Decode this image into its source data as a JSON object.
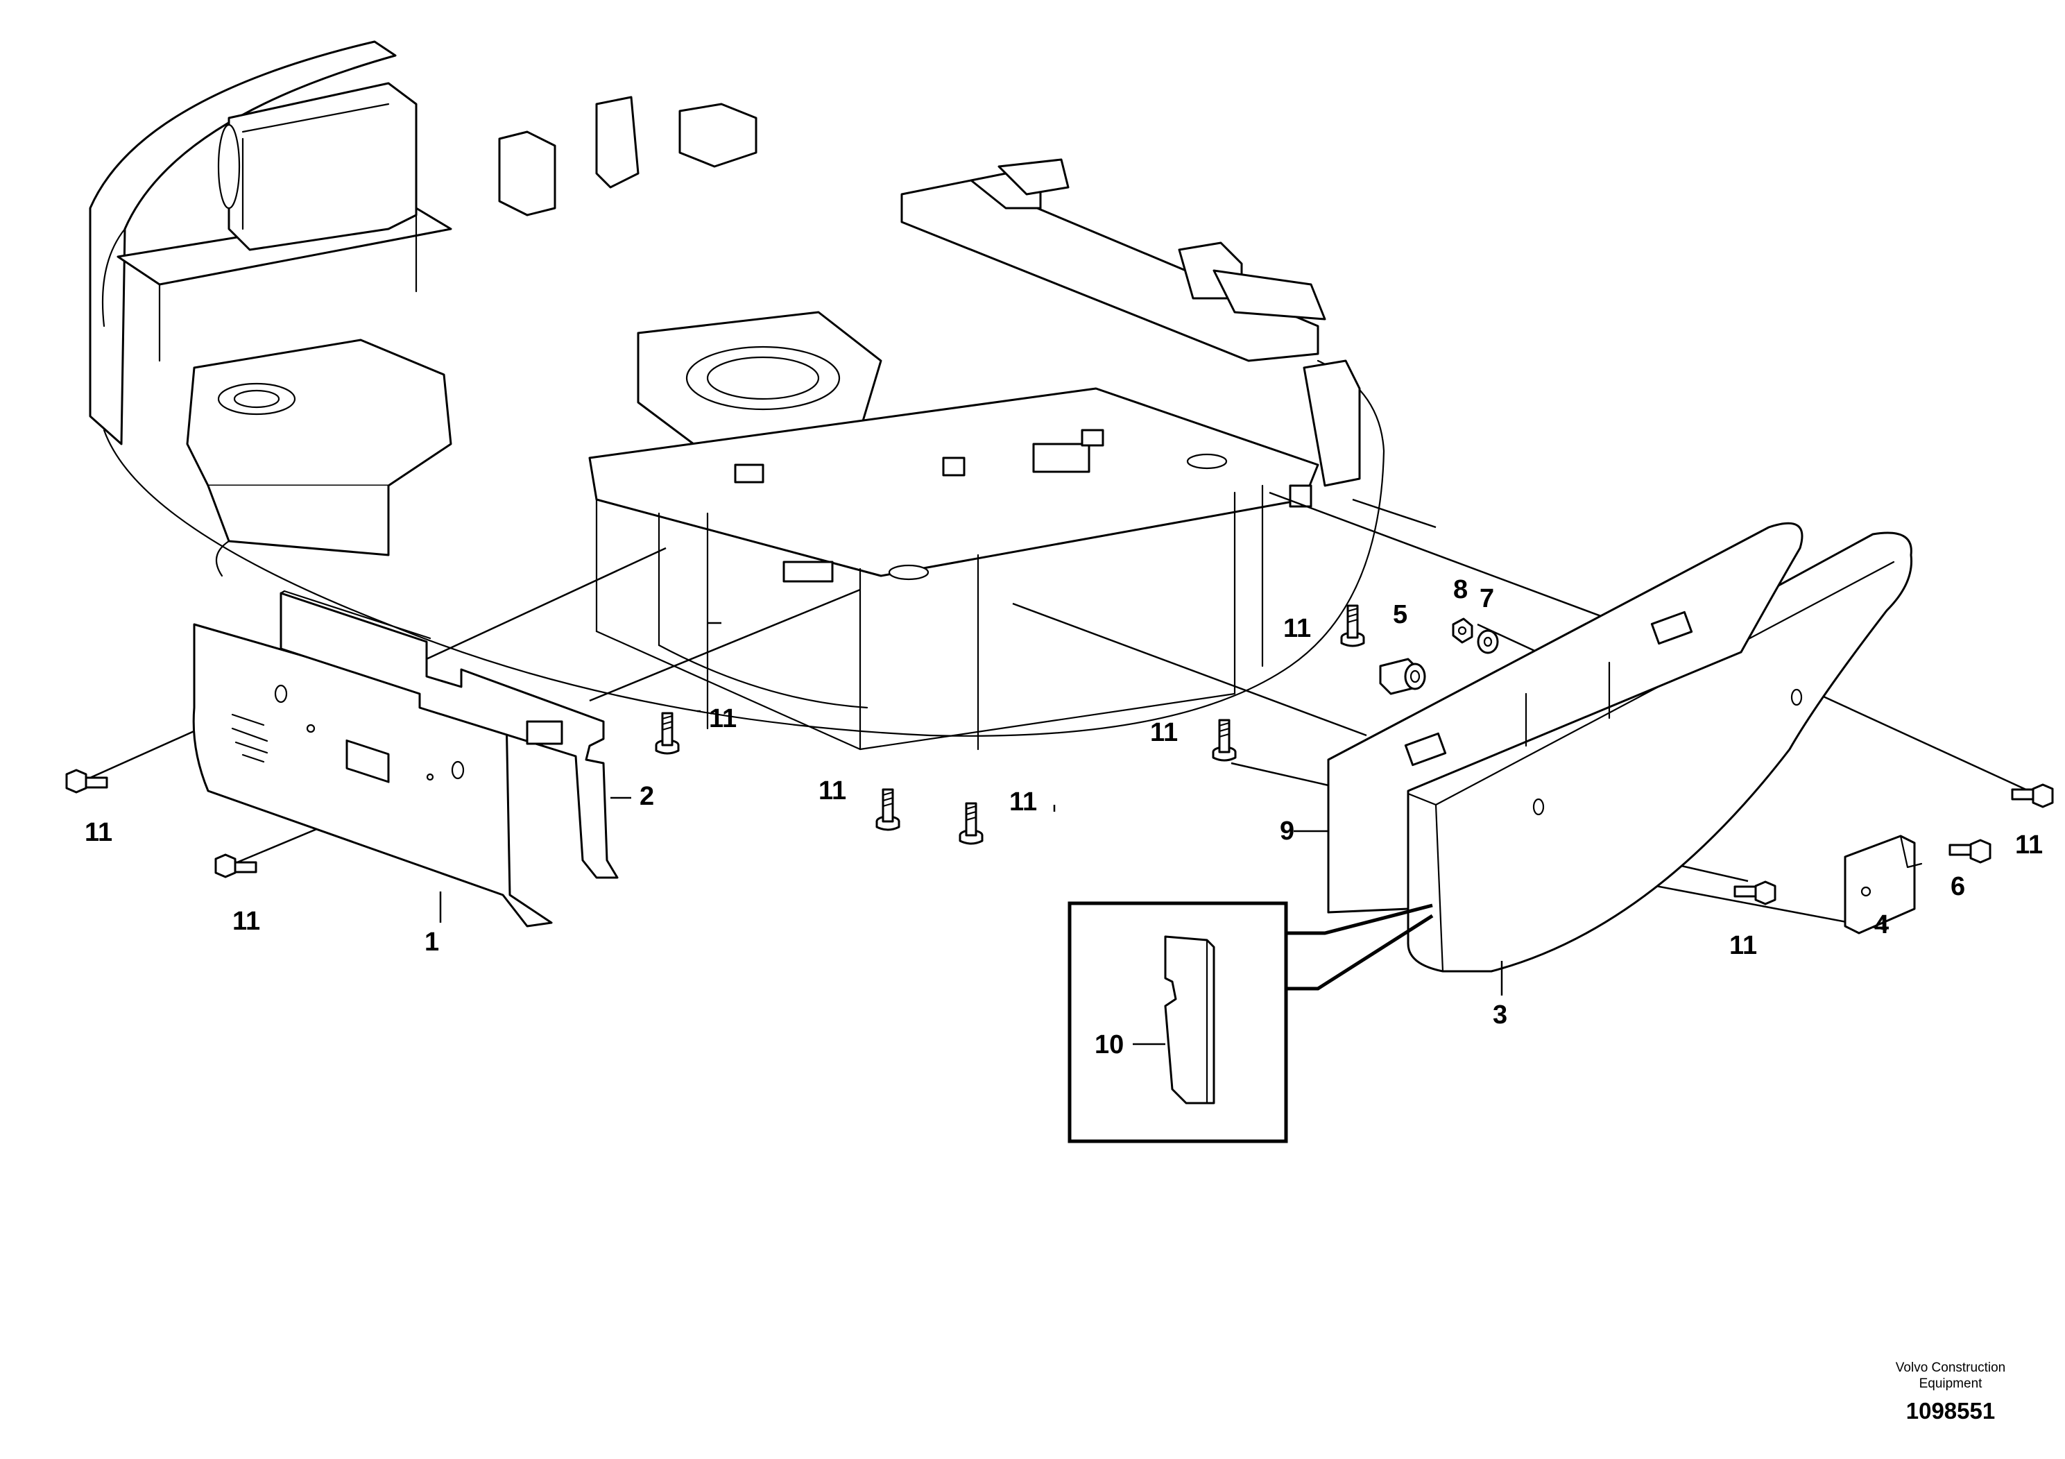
{
  "callouts": {
    "p1": "1",
    "p2": "2",
    "p3": "3",
    "p4": "4",
    "p5": "5",
    "p6": "6",
    "p7": "7",
    "p8": "8",
    "p9": "9",
    "p10": "10",
    "p11": "11"
  },
  "footer": {
    "company_line1": "Volvo Construction",
    "company_line2": "Equipment",
    "drawing_number": "1098551"
  },
  "icons": [
    "bolt-icon",
    "flange-bolt-icon",
    "nut-icon",
    "washer-icon",
    "clip-nut-icon"
  ]
}
